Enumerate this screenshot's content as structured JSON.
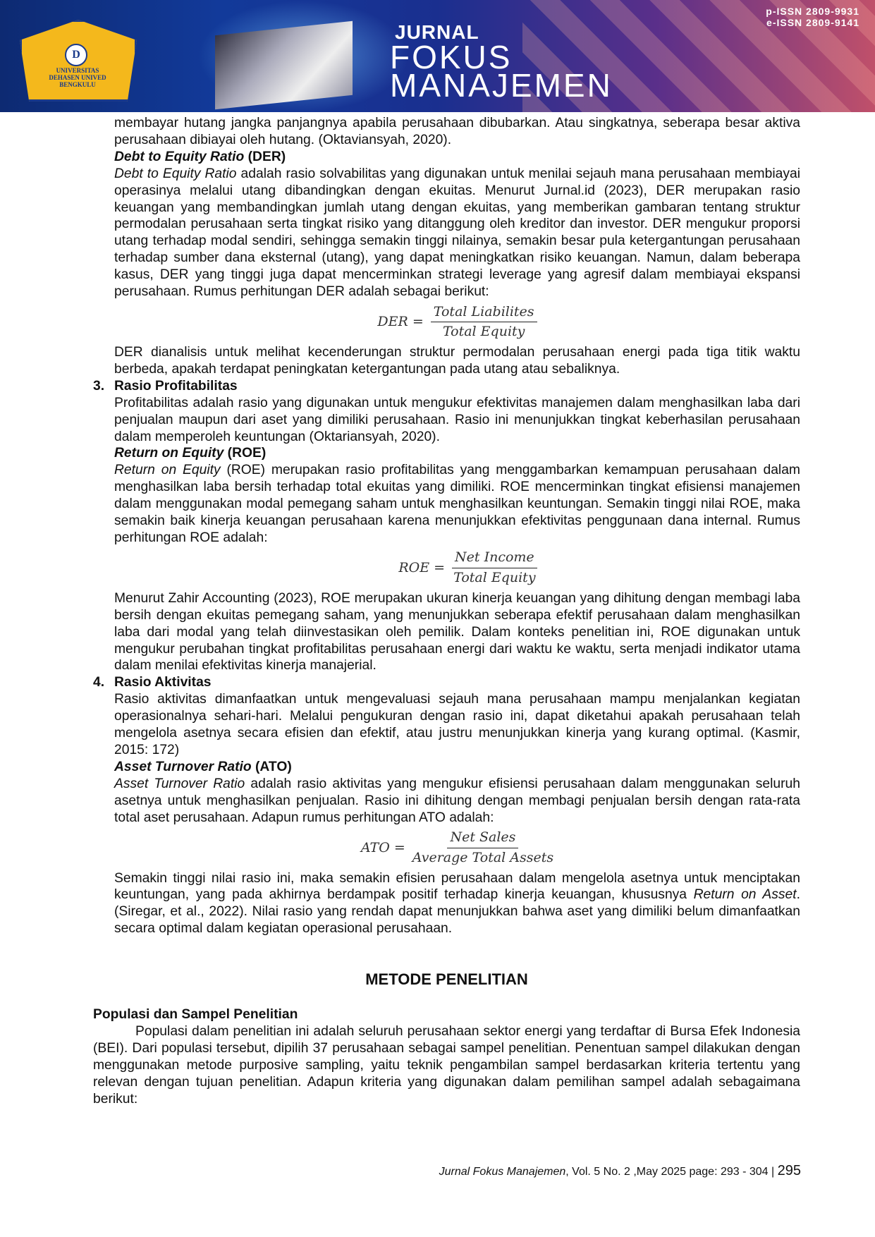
{
  "header": {
    "logo_text": "UNIVERSITAS DEHASEN UNIVED BENGKULU",
    "logo_letter": "D",
    "journal_line1": "JURNAL",
    "journal_line2": "FOKUS",
    "journal_line3": "MANAJEMEN",
    "p_issn": "p-ISSN 2809-9931",
    "e_issn": "e-ISSN 2809-9141"
  },
  "body": {
    "p0": "membayar hutang jangka panjangnya apabila perusahaan dibubarkan. Atau singkatnya, seberapa besar aktiva perusahaan dibiayai oleh hutang. (Oktaviansyah, 2020).",
    "der_heading_it": "Debt to Equity Ratio",
    "der_heading_rest": " (DER)",
    "der_p_it": "Debt to Equity Ratio",
    "der_p_rest": " adalah rasio solvabilitas yang digunakan untuk menilai sejauh mana perusahaan membiayai operasinya melalui utang dibandingkan dengan ekuitas. Menurut Jurnal.id (2023), DER merupakan rasio keuangan yang membandingkan jumlah utang dengan ekuitas, yang memberikan gambaran tentang struktur permodalan perusahaan serta tingkat risiko yang ditanggung oleh kreditor dan investor. DER mengukur proporsi utang terhadap modal sendiri, sehingga semakin tinggi nilainya, semakin besar pula ketergantungan perusahaan terhadap sumber dana eksternal (utang), yang dapat meningkatkan risiko keuangan. Namun, dalam beberapa kasus, DER yang tinggi juga dapat mencerminkan strategi leverage yang agresif dalam membiayai ekspansi perusahaan. Rumus perhitungan DER adalah sebagai berikut:",
    "der_formula": {
      "lhs": "DER  =",
      "num": "Total Liabilites",
      "den": "Total Equity"
    },
    "der_p2": "DER dianalisis untuk melihat kecenderungan struktur permodalan perusahaan energi pada tiga titik waktu berbeda, apakah terdapat peningkatan ketergantungan pada utang atau sebaliknya.",
    "s3_num": "3.",
    "s3_title": "Rasio Profitabilitas",
    "s3_p": "Profitabilitas adalah rasio yang digunakan untuk mengukur efektivitas manajemen dalam menghasilkan laba dari penjualan maupun dari aset yang dimiliki perusahaan. Rasio ini menunjukkan tingkat keberhasilan perusahaan dalam memperoleh keuntungan (Oktariansyah, 2020).",
    "roe_heading_it": "Return on Equity",
    "roe_heading_rest": " (ROE)",
    "roe_p_it": "Return on Equity",
    "roe_p_rest": " (ROE) merupakan rasio profitabilitas yang menggambarkan kemampuan perusahaan dalam menghasilkan laba bersih terhadap total ekuitas yang dimiliki. ROE mencerminkan tingkat efisiensi manajemen dalam menggunakan modal pemegang saham untuk menghasilkan keuntungan. Semakin tinggi nilai ROE, maka semakin baik kinerja keuangan perusahaan karena menunjukkan efektivitas penggunaan dana internal. Rumus perhitungan ROE adalah:",
    "roe_formula": {
      "lhs": "ROE  =",
      "num": "Net Income",
      "den": "Total Equity"
    },
    "roe_p2": "Menurut Zahir Accounting (2023), ROE merupakan ukuran kinerja keuangan yang dihitung dengan membagi laba bersih dengan ekuitas pemegang saham, yang menunjukkan seberapa efektif perusahaan dalam menghasilkan laba dari modal yang telah diinvestasikan oleh pemilik. Dalam konteks penelitian ini, ROE digunakan untuk mengukur perubahan tingkat profitabilitas perusahaan energi dari waktu ke waktu, serta menjadi indikator utama dalam menilai efektivitas kinerja manajerial.",
    "s4_num": "4.",
    "s4_title": "Rasio Aktivitas",
    "s4_p": "Rasio aktivitas dimanfaatkan untuk mengevaluasi sejauh mana perusahaan mampu menjalankan kegiatan operasionalnya sehari-hari. Melalui pengukuran dengan rasio ini, dapat diketahui apakah perusahaan telah mengelola asetnya secara efisien dan efektif, atau justru menunjukkan kinerja yang kurang optimal. (Kasmir, 2015: 172)",
    "ato_heading_it": "Asset Turnover Ratio",
    "ato_heading_rest": " (ATO)",
    "ato_p_it": "Asset Turnover Ratio",
    "ato_p_rest": " adalah rasio aktivitas yang mengukur efisiensi perusahaan dalam menggunakan seluruh asetnya untuk menghasilkan penjualan. Rasio ini dihitung dengan membagi penjualan bersih dengan rata-rata total aset perusahaan. Adapun rumus perhitungan ATO adalah:",
    "ato_formula": {
      "lhs": "ATO  =",
      "num": "Net Sales",
      "den": "Average Total Assets"
    },
    "ato_p2_a": "Semakin tinggi nilai rasio ini, maka semakin efisien perusahaan dalam mengelola asetnya untuk menciptakan keuntungan, yang pada akhirnya berdampak positif terhadap kinerja keuangan, khususnya ",
    "ato_p2_it": "Return on Asset",
    "ato_p2_b": ". (Siregar, et al., 2022). Nilai rasio yang rendah dapat menunjukkan bahwa aset yang dimiliki belum dimanfaatkan secara optimal dalam kegiatan operasional perusahaan.",
    "section_title": "METODE PENELITIAN",
    "pop_heading": "Populasi dan Sampel Penelitian",
    "pop_p": "Populasi dalam penelitian ini adalah seluruh perusahaan sektor energi yang terdaftar di Bursa Efek Indonesia (BEI). Dari populasi tersebut, dipilih 37 perusahaan sebagai sampel penelitian. Penentuan sampel dilakukan dengan menggunakan metode purposive sampling, yaitu teknik pengambilan sampel berdasarkan kriteria tertentu yang relevan dengan tujuan penelitian. Adapun kriteria yang digunakan dalam pemilihan sampel adalah sebagaimana berikut:"
  },
  "footer": {
    "journal": "Jurnal Fokus Manajemen",
    "info": ", Vol. 5 No. 2 ,May 2025  page: 293 -  304 | ",
    "page": "295"
  }
}
